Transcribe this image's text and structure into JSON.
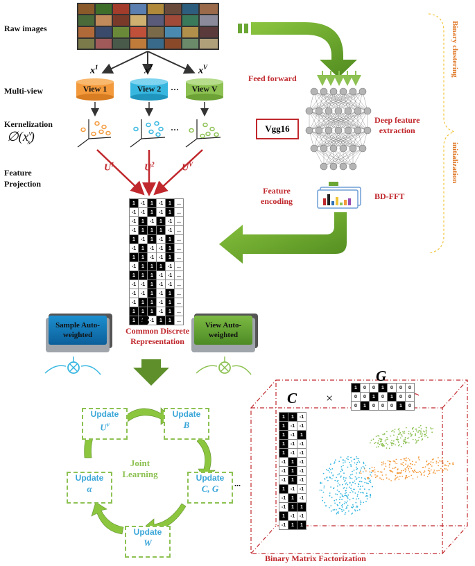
{
  "labels": {
    "raw_images": "Raw images",
    "multi_view": "Multi-view",
    "kernelization": "Kernelization",
    "kernel_formula": "∅(x",
    "kernel_sup": "v",
    "kernel_sub": "s",
    "feature_projection_1": "Feature",
    "feature_projection_2": "Projection",
    "feed_forward": "Feed forward",
    "vgg16": "Vgg16",
    "deep_feature_1": "Deep feature",
    "deep_feature_2": "extraction",
    "feature_encoding_1": "Feature",
    "feature_encoding_2": "encoding",
    "bd_fft": "BD-FFT",
    "binary_init_1": "Binary clustering",
    "binary_init_2": "initialization",
    "B_symbol": "B",
    "common_discrete": "Common Discrete",
    "representation": "Representation",
    "joint_1": "Joint",
    "joint_2": "Learning",
    "bmf": "Binary Matrix Factorization",
    "C_symbol": "C",
    "G_symbol": "G",
    "times": "×"
  },
  "views": [
    {
      "label": "View 1",
      "x": "x",
      "sup": "1",
      "color": "#f39a3c"
    },
    {
      "label": "View 2",
      "x": "x",
      "sup": "2",
      "color": "#37b7e0"
    },
    {
      "label": "View V",
      "x": "x",
      "sup": "V",
      "color": "#8dc152"
    }
  ],
  "view_ellipsis": "···",
  "projections": [
    {
      "u": "U",
      "sup": "1"
    },
    {
      "u": "U",
      "sup": "2"
    },
    {
      "u": "U",
      "sup": "V"
    }
  ],
  "buttons": {
    "sample_1": "Sample Auto-",
    "sample_2": "weighted",
    "view_1": "View Auto-",
    "view_2": "weighted"
  },
  "updates": [
    {
      "title": "Update",
      "var": "U",
      "sup": "v"
    },
    {
      "title": "Update",
      "var": "B",
      "sup": ""
    },
    {
      "title": "Update",
      "var": "C, G",
      "sup": ""
    },
    {
      "title": "Update",
      "var": "W",
      "sup": ""
    },
    {
      "title": "Update",
      "var": "α",
      "sup": ""
    }
  ],
  "update_ellipsis": "...",
  "colors": {
    "red": "#c0282d",
    "orange": "#f39a3c",
    "cyan": "#37b7e0",
    "green": "#8dc152",
    "dark_green": "#5e8f2a"
  },
  "matrix_B": [
    [
      "1",
      "-1",
      "1",
      "-1",
      "1"
    ],
    [
      "-1",
      "-1",
      "1",
      "-1",
      "1"
    ],
    [
      "-1",
      "1",
      "-1",
      "1",
      "-1"
    ],
    [
      "-1",
      "1",
      "1",
      "1",
      "-1"
    ],
    [
      "1",
      "-1",
      "1",
      "-1",
      "1"
    ],
    [
      "-1",
      "1",
      "-1",
      "-1",
      "1"
    ],
    [
      "1",
      "1",
      "-1",
      "-1",
      "1"
    ],
    [
      "-1",
      "1",
      "1",
      "1",
      "-1"
    ],
    [
      "1",
      "1",
      "1",
      "-1",
      "-1"
    ],
    [
      "-1",
      "-1",
      "1",
      "-1",
      "-1"
    ],
    [
      "-1",
      "-1",
      "1",
      "-1",
      "1"
    ],
    [
      "-1",
      "1",
      "1",
      "-1",
      "1"
    ],
    [
      "1",
      "1",
      "1",
      "-1",
      "1"
    ],
    [
      "1",
      "1",
      "-1",
      "1",
      "1"
    ]
  ],
  "matrix_B_ellipsis": "...",
  "matrix_C": [
    [
      "1",
      "1",
      "-1"
    ],
    [
      "1",
      "-1",
      "-1"
    ],
    [
      "1",
      "-1",
      "1"
    ],
    [
      "1",
      "-1",
      "-1"
    ],
    [
      "1",
      "-1",
      "-1"
    ],
    [
      "-1",
      "1",
      "-1"
    ],
    [
      "-1",
      "1",
      "-1"
    ],
    [
      "-1",
      "1",
      "-1"
    ],
    [
      "1",
      "-1",
      "-1"
    ],
    [
      "-1",
      "1",
      "-1"
    ],
    [
      "-1",
      "1",
      "1"
    ],
    [
      "1",
      "-1",
      "-1"
    ],
    [
      "-1",
      "1",
      "1"
    ]
  ],
  "matrix_G": [
    [
      "1",
      "0",
      "0",
      "1",
      "0",
      "0",
      "0"
    ],
    [
      "0",
      "0",
      "1",
      "0",
      "1",
      "0",
      "0"
    ],
    [
      "0",
      "1",
      "0",
      "0",
      "0",
      "1",
      "0"
    ]
  ]
}
